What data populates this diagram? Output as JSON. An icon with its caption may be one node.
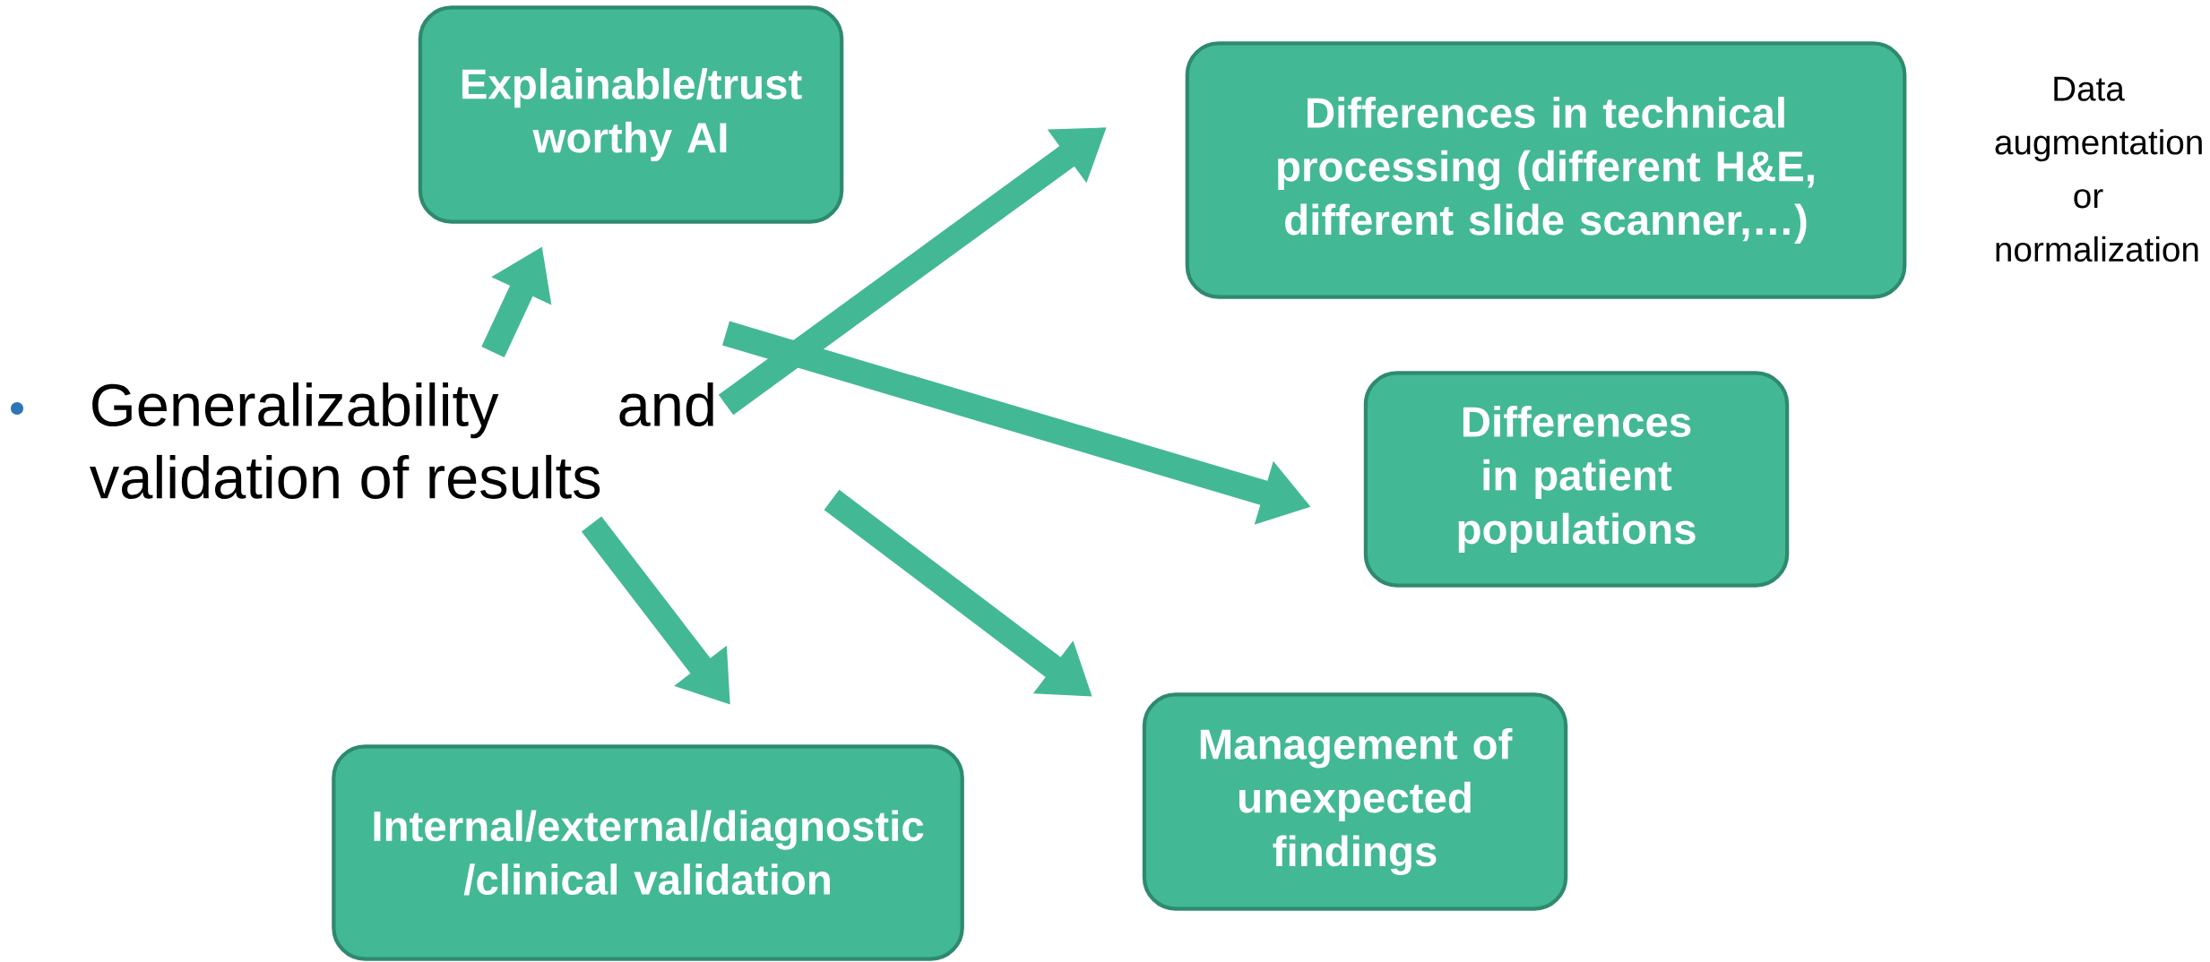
{
  "diagram": {
    "nodes": [
      {
        "text": [
          "Generalizability and validation of results"
        ]
      },
      {
        "text": [
          "Explainable/trust worthy AI"
        ]
      },
      {
        "text": [
          "Differences in technical processing (different H&E, different slide scanner,…)"
        ]
      },
      {
        "text": [
          "Differences in patient populations"
        ]
      },
      {
        "text": [
          "Management of unexpected findings"
        ]
      },
      {
        "text": [
          "Internal/external/diagnostic /clinical validation"
        ]
      }
    ],
    "edges": [
      {
        "from": 0,
        "to": 1,
        "arrow": "to"
      },
      {
        "from": 0,
        "to": 2,
        "arrow": "to"
      },
      {
        "from": 0,
        "to": 3,
        "arrow": "to"
      },
      {
        "from": 0,
        "to": 4,
        "arrow": "to"
      },
      {
        "from": 0,
        "to": 5,
        "arrow": "to"
      }
    ],
    "labels": [
      "Data augmentation or normalization"
    ]
  }
}
